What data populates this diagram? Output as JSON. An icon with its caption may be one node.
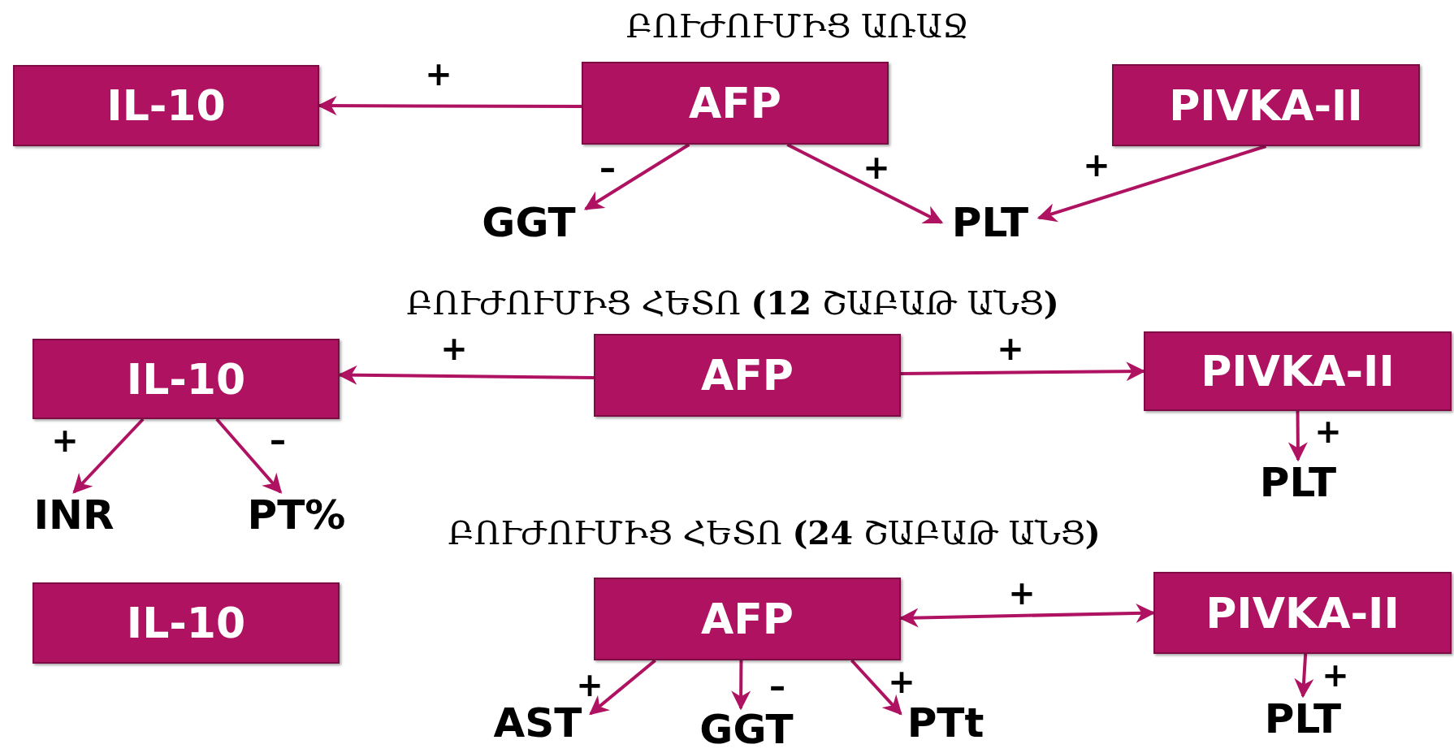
{
  "diagram": {
    "nodes": [
      {
        "text": [
          "IL-10"
        ]
      },
      {
        "text": [
          "AFP"
        ]
      },
      {
        "text": [
          "PIVKA-II"
        ]
      },
      {
        "text": [
          "GGT"
        ]
      },
      {
        "text": [
          "PLT"
        ]
      },
      {
        "text": [
          "IL-10"
        ]
      },
      {
        "text": [
          "AFP"
        ]
      },
      {
        "text": [
          "PIVKA-II"
        ]
      },
      {
        "text": [
          "INR"
        ]
      },
      {
        "text": [
          "PT%"
        ]
      },
      {
        "text": [
          "PLT"
        ]
      },
      {
        "text": [
          "IL-10"
        ]
      },
      {
        "text": [
          "AFP"
        ]
      },
      {
        "text": [
          "PIVKA-II"
        ]
      },
      {
        "text": [
          "AST"
        ]
      },
      {
        "text": [
          "GGT"
        ]
      },
      {
        "text": [
          "PTt"
        ]
      },
      {
        "text": [
          "PLT"
        ]
      }
    ],
    "edges": [
      {
        "from": 1,
        "to": 0,
        "arrow": "to",
        "label": "+"
      },
      {
        "from": 1,
        "to": 3,
        "arrow": "to",
        "label": "–"
      },
      {
        "from": 1,
        "to": 4,
        "arrow": "to",
        "label": "+"
      },
      {
        "from": 2,
        "to": 4,
        "arrow": "to",
        "label": "+"
      },
      {
        "from": 6,
        "to": 5,
        "arrow": "to",
        "label": "+"
      },
      {
        "from": 6,
        "to": 7,
        "arrow": "to",
        "label": "+"
      },
      {
        "from": 5,
        "to": 8,
        "arrow": "to",
        "label": "+"
      },
      {
        "from": 5,
        "to": 9,
        "arrow": "to",
        "label": "–"
      },
      {
        "from": 7,
        "to": 10,
        "arrow": "to",
        "label": "+"
      },
      {
        "from": 12,
        "to": 13,
        "arrow": "both",
        "label": "+"
      },
      {
        "from": 12,
        "to": 14,
        "arrow": "to",
        "label": "+"
      },
      {
        "from": 12,
        "to": 15,
        "arrow": "to",
        "label": "–"
      },
      {
        "from": 12,
        "to": 16,
        "arrow": "to",
        "label": "+"
      },
      {
        "from": 13,
        "to": 17,
        "arrow": "to",
        "label": "+"
      }
    ],
    "labels": [
      "ԲՈՒԺՈՒՄԻՑ ԱՌԱՋ",
      "ԲՈՒԺՈՒՄԻՑ ՀԵՏՈ **(12** ՇԱԲԱԹ ԱՆՑ**)**",
      "ԲՈՒԺՈՒՄԻՑ ՀԵՏՈ **(24** ՇԱԲԱԹ ԱՆՑ**)**"
    ]
  }
}
